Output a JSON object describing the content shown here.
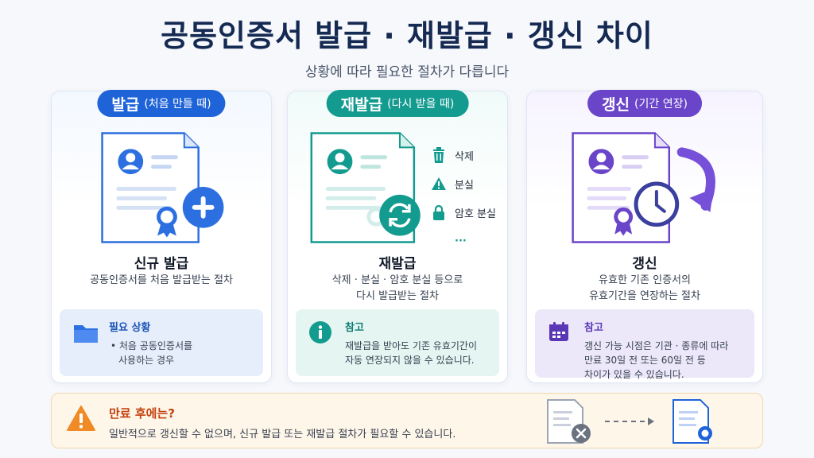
{
  "header": {
    "title": "공동인증서 발급 · 재발급 · 갱신 차이",
    "subtitle": "상황에 따라 필요한 절차가 다릅니다"
  },
  "cards": [
    {
      "pill_main": "발급",
      "pill_sub": "(처음 만들 때)",
      "title": "신규 발급",
      "desc": [
        "공동인증서를 처음 발급받는 절차"
      ],
      "info_title": "필요 상황",
      "info_body": [
        "• 처음 공동인증서를",
        "  사용하는 경우"
      ],
      "accent": "#1f63d8"
    },
    {
      "pill_main": "재발급",
      "pill_sub": "(다시 받을 때)",
      "title": "재발급",
      "desc": [
        "삭제 · 분실 · 암호 분실 등으로",
        "다시 발급받는 절차"
      ],
      "side_items": [
        "삭제",
        "분실",
        "암호 분실",
        "···"
      ],
      "info_title": "참고",
      "info_body": [
        "재발급을 받아도 기존 유효기간이",
        "자동 연장되지 않을 수 있습니다."
      ],
      "accent": "#139b8f"
    },
    {
      "pill_main": "갱신",
      "pill_sub": "(기간 연장)",
      "title": "갱신",
      "desc": [
        "유효한 기존 인증서의",
        "유효기간을 연장하는 절차"
      ],
      "info_title": "참고",
      "info_body": [
        "갱신 가능 시점은 기관 · 종류에 따라",
        "만료 30일 전 또는 60일 전 등",
        "차이가 있을 수 있습니다."
      ],
      "accent": "#6a45c9"
    }
  ],
  "warning": {
    "title": "만료 후에는?",
    "body": "일반적으로 갱신할 수 없으며, 신규 발급 또는 재발급 절차가 필요할 수 있습니다.",
    "accent": "#f08a24"
  }
}
